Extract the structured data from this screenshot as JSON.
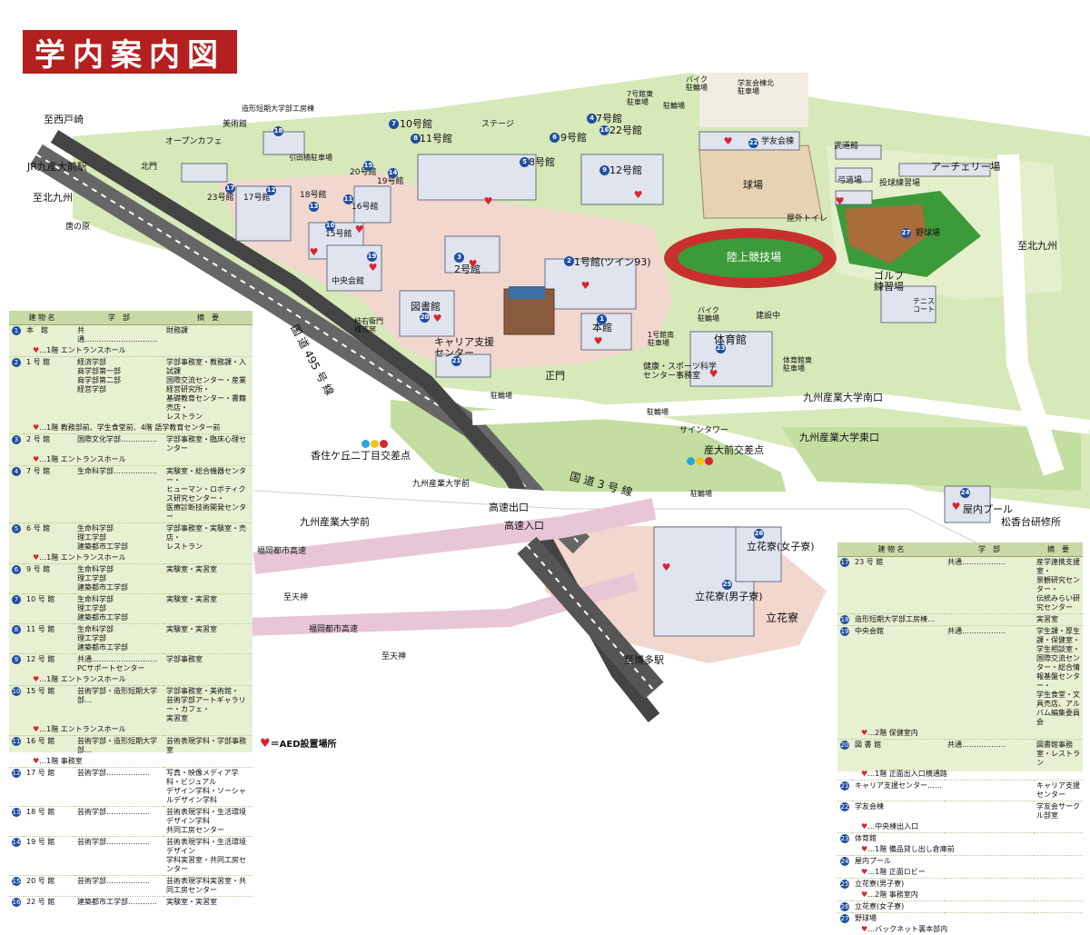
{
  "title": "学内案内図",
  "map_labels": {
    "to_nishitojaki": "至西戸崎",
    "jr_station": "JR九産大前駅",
    "to_kitakyushu_w": "至北九州",
    "karato": "唐の原",
    "north_gate": "北門",
    "open_cafe": "オープンカフェ",
    "art_museum": "美術館",
    "zokei_kobo": "造形短期大学部工房棟",
    "hikide_bike": "引田橋駐車場",
    "b10": "10号館",
    "b11": "11号館",
    "stage": "ステージ",
    "b9": "9号館",
    "b7": "7号館",
    "b22": "22号館",
    "b7_parking": "7号館東\n駐車場",
    "bike_parking_n": "バイク\n駐輪場",
    "gakuyukai_parking": "学友会棟北\n駐車場",
    "bicycle_parking": "駐輪場",
    "b8": "8号館",
    "b12": "12号館",
    "b20": "20号館",
    "b19": "19号館",
    "b18": "18号館",
    "b17": "17号館",
    "b23": "23号館",
    "b16": "16号館",
    "b15": "15号館",
    "central_hall": "中央会館",
    "b2": "2号館",
    "b1_twin": "1号館(ツイン93)",
    "b3_library": "図書館",
    "career": "キャリア支援\nセンター",
    "honkan": "本館",
    "b1_parking": "1号館南\n駐車場",
    "bike_parking_c": "バイク\n駐輪場",
    "construction": "建設中",
    "gym": "体育館",
    "gym_parking": "体育館東\n駐車場",
    "health_center": "健康・スポーツ科学\nセンター事務室",
    "stadium": "陸上競技場",
    "ballfield": "球場",
    "kasiyama": "屋外トイレ",
    "kyudojo": "弓道場",
    "archery": "アーチェリー場",
    "pitching": "投球練習場",
    "baseball": "野球場",
    "golf": "ゴルフ\n練習場",
    "tennis": "テニス\nコート",
    "budokan": "武道館",
    "gakuyukai": "学友会棟",
    "shoseki_gate": "柿右衛門\n様式窯",
    "main_gate": "正門",
    "parking_s": "駐輪場",
    "parking_c": "駐輪場",
    "sign_tower": "サインタワー",
    "kyusan_south_gate": "九州産業大学南口",
    "kyusan_east_gate": "九州産業大学東口",
    "kasumi": "香住ケ丘二丁目交差点",
    "sandai_intersect": "産大前交差点",
    "kyusan_mae": "九州産業大学前",
    "kyusan_mae2": "九州産業大学前",
    "to_kitakyushu_e": "至北九州",
    "route3": "国 道 3 号 線",
    "route495": "国 道 495 号 線",
    "exp_exit": "高速出口",
    "exp_entry": "高速入口",
    "fukuoka_exp": "福岡都市高速",
    "fukuoka_exp2": "福岡都市高速",
    "to_tenjin": "至天神",
    "to_tenjin2": "至天神",
    "to_hakata": "至博多駅",
    "parking_dorm": "駐輪場",
    "tachibana_f": "立花寮(女子寮)",
    "tachibana_m": "立花寮(男子寮)",
    "tachibana": "立花寮",
    "indoor_pool": "屋内プール",
    "matsukadai": "松香台研修所"
  },
  "legend_left": {
    "headers": [
      "建 物 名",
      "学　部",
      "摘　要"
    ],
    "rows": [
      {
        "num": "1",
        "name": "本　館",
        "dept": "共通…………………………",
        "note": "財務課"
      },
      {
        "aed": "…1階 エントランスホール"
      },
      {
        "num": "2",
        "name": "1 号 館",
        "dept": "経済学部\n商学部第一部\n商学部第二部\n経営学部",
        "note": "学部事務室・教務課・入試課\n国際交流センター・産業経営研究所・\n基礎教育センター・書籍売店・\nレストラン"
      },
      {
        "aed": "…1階 教務部前、学生食堂前、4階 語学教育センター前"
      },
      {
        "num": "3",
        "name": "2 号 館",
        "dept": "国際文化学部……………",
        "note": "学部事務室・臨床心理センター"
      },
      {
        "aed": "…1階 エントランスホール"
      },
      {
        "num": "4",
        "name": "7 号 館",
        "dept": "生命科学部………………",
        "note": "実験室・総合機器センター・\nヒューマン・ロボティクス研究センター・\n医療診断技術開発センター"
      },
      {
        "num": "5",
        "name": "6 号 館",
        "dept": "生命科学部\n理工学部\n建築都市工学部",
        "note": "学部事務室・実験室・売店・\nレストラン"
      },
      {
        "aed": "…1階 エントランスホール"
      },
      {
        "num": "6",
        "name": "9 号 館",
        "dept": "生命科学部\n理工学部\n建築都市工学部",
        "note": "実験室・実習室"
      },
      {
        "num": "7",
        "name": "10 号 館",
        "dept": "生命科学部\n理工学部\n建築都市工学部",
        "note": "実験室・実習室"
      },
      {
        "num": "8",
        "name": "11 号 館",
        "dept": "生命科学部\n理工学部\n建築都市工学部",
        "note": "実験室・実習室"
      },
      {
        "num": "9",
        "name": "12 号 館",
        "dept": "共通………………………\nPCサポートセンター",
        "note": "学部事務室"
      },
      {
        "aed": "…1階 エントランスホール"
      },
      {
        "num": "10",
        "name": "15 号 館",
        "dept": "芸術学部・造形短期大学部…",
        "note": "学部事務室・美術館・\n芸術学部アートギャラリー・カフェ・\n実習室"
      },
      {
        "aed": "…1階 エントランスホール"
      },
      {
        "num": "11",
        "name": "16 号 館",
        "dept": "芸術学部・造形短期大学部…",
        "note": "芸術表現学科・学部事務室"
      },
      {
        "aed": "…1階 事務室"
      },
      {
        "num": "12",
        "name": "17 号 館",
        "dept": "芸術学部………………",
        "note": "写真・映像メディア学科・ビジュアル\nデザイン学科・ソーシャルデザイン学科"
      },
      {
        "num": "13",
        "name": "18 号 館",
        "dept": "芸術学部………………",
        "note": "芸術表現学科・生活環境デザイン学科\n共同工房センター"
      },
      {
        "num": "14",
        "name": "19 号 館",
        "dept": "芸術学部………………",
        "note": "芸術表現学科・生活環境デザイン\n学科実習室・共同工房センター"
      },
      {
        "num": "15",
        "name": "20 号 館",
        "dept": "芸術学部………………",
        "note": "芸術表現学科実習室・共同工房センター"
      },
      {
        "num": "16",
        "name": "22 号 館",
        "dept": "建築都市工学部…………",
        "note": "実験室・実習室"
      }
    ]
  },
  "legend_right": {
    "headers": [
      "建 物 名",
      "学　部",
      "摘　要"
    ],
    "rows": [
      {
        "num": "17",
        "name": "23 号 館",
        "dept": "共通………………",
        "note": "産学連携支援室・\n景観研究センター・\n伝統みらい研究センター"
      },
      {
        "num": "18",
        "name": "造形短期大学部工房棟…",
        "dept": "",
        "note": "実習室"
      },
      {
        "num": "19",
        "name": "中央会館",
        "dept": "共通………………",
        "note": "学生課・厚生課・保健室・学生相談室・\n国際交流センター・総合情報基盤センター・\n学生食堂・文具売店、アルバム編集委員会"
      },
      {
        "aed": "…2階 保健室内"
      },
      {
        "num": "20",
        "name": "図 書 館",
        "dept": "共通………………",
        "note": "図書館事務室・レストラン"
      },
      {
        "aed": "…1階 正面出入口横通路"
      },
      {
        "num": "21",
        "name": "キャリア支援センター……",
        "dept": "",
        "note": "キャリア支援センター"
      },
      {
        "num": "22",
        "name": "学友会棟",
        "dept": "",
        "note": "学友会サークル部室"
      },
      {
        "aed": "…中央棟出入口"
      },
      {
        "num": "23",
        "name": "体育館",
        "dept": "",
        "note": ""
      },
      {
        "aed": "…1階 備品貸し出し倉庫前"
      },
      {
        "num": "24",
        "name": "屋内プール",
        "dept": "",
        "note": ""
      },
      {
        "aed": "…1階 正面ロビー"
      },
      {
        "num": "25",
        "name": "立花寮(男子寮)",
        "dept": "",
        "note": ""
      },
      {
        "aed": "…2階 事務室内"
      },
      {
        "num": "26",
        "name": "立花寮(女子寮)",
        "dept": "",
        "note": ""
      },
      {
        "num": "27",
        "name": "野球場",
        "dept": "",
        "note": ""
      },
      {
        "aed": "…バックネット裏本部内"
      }
    ]
  },
  "aed_key": "＝AED設置場所",
  "colors": {
    "title_bg": "#b3201f",
    "pin": "#1f4ea1",
    "aed": "#d9242f",
    "legend_bg": "#e8f0d2",
    "campus": "#f2d7cf",
    "green": "#d7e8b9",
    "road": "#ffffff",
    "track": "#c8302e",
    "field": "#3c9a3a"
  }
}
